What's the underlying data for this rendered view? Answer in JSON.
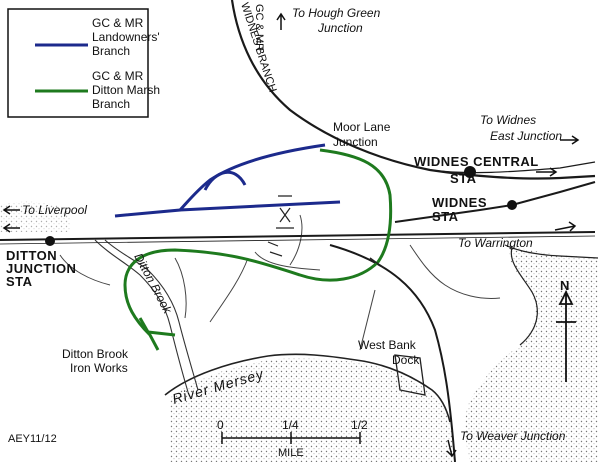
{
  "legend": {
    "items": [
      {
        "line1": "GC & MR",
        "line2": "Landowners'",
        "line3": "Branch",
        "color": "#1c2a8c"
      },
      {
        "line1": "GC & MR",
        "line2": "Ditton Marsh",
        "line3": "Branch",
        "color": "#1e7a1e"
      }
    ]
  },
  "labels": {
    "widnes_branch_1": "GC & MR",
    "widnes_branch_2": "WIDNES BRANCH",
    "to_hough_green_1": "To Hough Green",
    "to_hough_green_2": "Junction",
    "moor_lane_1": "Moor Lane",
    "moor_lane_2": "Junction",
    "to_widnes_east_1": "To Widnes",
    "to_widnes_east_2": "East Junction",
    "widnes_central_1": "WIDNES CENTRAL",
    "widnes_central_2": "STA",
    "widnes_1": "WIDNES",
    "widnes_2": "STA",
    "to_liverpool": "To Liverpool",
    "to_warrington": "To Warrington",
    "ditton_junction_1": "DITTON",
    "ditton_junction_2": "JUNCTION",
    "ditton_junction_3": "STA",
    "ditton_brook": "Ditton Brook",
    "ditton_brook_iron_1": "Ditton Brook",
    "ditton_brook_iron_2": "Iron Works",
    "west_bank_dock_1": "West Bank",
    "west_bank_dock_2": "Dock",
    "river_mersey": "River Mersey",
    "to_weaver_1": "To Weaver Junction",
    "north": "N",
    "credit": "AEY11/12"
  },
  "scale": {
    "ticks": [
      "0",
      "1/4",
      "1/2"
    ],
    "unit": "MILE"
  },
  "colors": {
    "landowners": "#1c2a8c",
    "ditton_marsh": "#1e7a1e",
    "rail": "#1a1a1a"
  }
}
